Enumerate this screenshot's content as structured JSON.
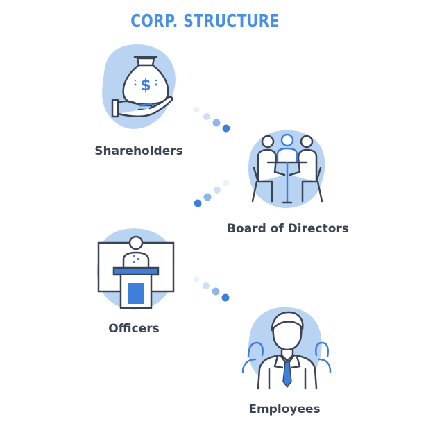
{
  "title": "CORP. STRUCTURE",
  "nodes": [
    {
      "label": "Shareholders"
    },
    {
      "label": "Board of Directors"
    },
    {
      "label": "Officers"
    },
    {
      "label": "Employees"
    }
  ],
  "icons": [
    "money-bag-in-hand-icon",
    "meeting-table-icon",
    "podium-speaker-icon",
    "employees-group-icon"
  ],
  "colors": {
    "title": "#4a90e2",
    "label": "#3a4454",
    "outline": "#3a4454",
    "blob": "#b9d3f3",
    "accent": "#3d7fdb",
    "dot_light": "#e3eefb",
    "dot_mid": "#a9c7ee",
    "dot_dark": "#3d7fdb"
  }
}
